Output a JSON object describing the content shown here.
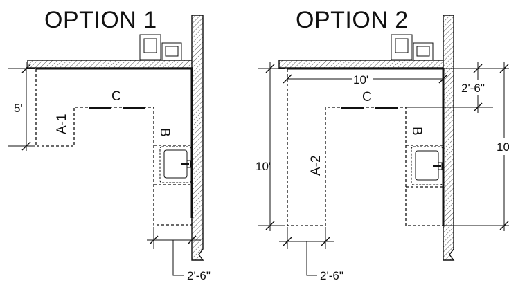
{
  "option1": {
    "title": "OPTION 1",
    "labels": {
      "a": "A-1",
      "b": "B",
      "c": "C"
    },
    "dims": {
      "depth": "5'",
      "width": "2'-6\""
    }
  },
  "option2": {
    "title": "OPTION 2",
    "labels": {
      "a": "A-2",
      "b": "B",
      "c": "C"
    },
    "dims": {
      "top": "10'",
      "left": "10'",
      "right_partial": "2'-6\"",
      "right_cut": "10",
      "bottom": "2'-6\""
    }
  }
}
